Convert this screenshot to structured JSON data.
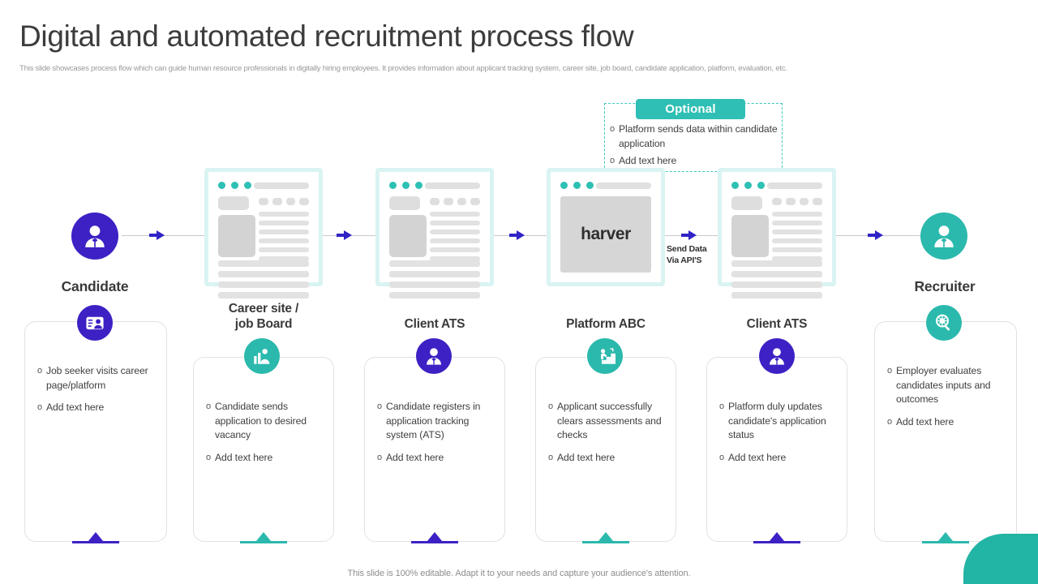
{
  "header": {
    "title": "Digital and automated recruitment process flow",
    "subtitle": "This slide showcases process flow which can guide human resource professionals in digitally hiring employees. It provides information about applicant tracking system, career site, job board, candidate application, platform, evaluation, etc."
  },
  "colors": {
    "teal": "#2bb9ad",
    "indigo": "#3d21c4",
    "teal_light": "#d9f4f2",
    "arrow_blue": "#3023c6",
    "text_dark": "#3a3a3a",
    "text_body": "#3f3f3f",
    "border_gray": "#e1e1e1"
  },
  "optional": {
    "badge_label": "Optional",
    "bullets": [
      "Platform sends data within candidate application",
      "Add text here"
    ]
  },
  "api_note": {
    "line1": "Send Data",
    "line2": "Via API'S"
  },
  "platform_window": {
    "brand": "harver"
  },
  "endpoints": [
    {
      "label": "Candidate",
      "icon": "person-avatar-icon",
      "color": "#3d21c4"
    },
    {
      "label": "Recruiter",
      "icon": "person-avatar-icon",
      "color": "#2bb9ad"
    }
  ],
  "stages": [
    {
      "title": "Career site /\njob Board",
      "title_line1": "Career site /",
      "title_line2": "job Board",
      "icon": "chart-person-icon",
      "icon_color": "#2bb9ad",
      "accent": "#2bb9ad",
      "bullets": [
        "Candidate sends application to desired vacancy",
        "Add text here"
      ]
    },
    {
      "title": "Client ATS",
      "title_line1": "Client ATS",
      "title_line2": "",
      "icon": "person-avatar-icon",
      "icon_color": "#3d21c4",
      "accent": "#3d21c4",
      "bullets": [
        "Candidate registers in application tracking system (ATS)",
        "Add text here"
      ]
    },
    {
      "title": "Platform ABC",
      "title_line1": "Platform ABC",
      "title_line2": "",
      "icon": "stairs-climb-icon",
      "icon_color": "#2bb9ad",
      "accent": "#2bb9ad",
      "bullets": [
        "Applicant successfully clears assessments and checks",
        "Add text here"
      ]
    },
    {
      "title": "Client ATS",
      "title_line1": "Client ATS",
      "title_line2": "",
      "icon": "person-avatar-icon",
      "icon_color": "#3d21c4",
      "accent": "#3d21c4",
      "bullets": [
        "Platform duly updates candidate's application status",
        "Add text here"
      ]
    }
  ],
  "candidate_card": {
    "icon": "person-badge-icon",
    "icon_color": "#3d21c4",
    "accent": "#3d21c4",
    "bullets": [
      "Job seeker visits career page/platform",
      "Add text here"
    ]
  },
  "recruiter_card": {
    "icon": "magnifier-gear-icon",
    "icon_color": "#2bb9ad",
    "accent": "#2bb9ad",
    "bullets": [
      "Employer evaluates candidates inputs and outcomes",
      "Add text here"
    ]
  },
  "bullet_marker": "o",
  "footer": {
    "note": "This slide is 100% editable. Adapt it to your needs and capture your audience's attention."
  }
}
